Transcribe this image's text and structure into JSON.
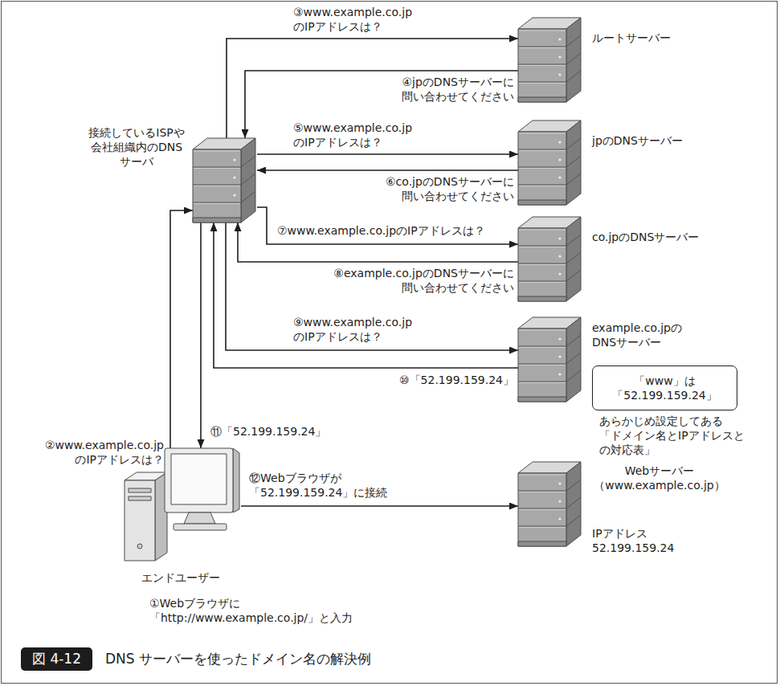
{
  "diagram": {
    "caption": "DNS サーバーを使ったドメイン名の解決例",
    "nodes": [
      {
        "text": [
          "接続しているISPや 会社組織内のDNS サーバ"
        ]
      },
      {
        "text": [
          "ルートサーバー"
        ]
      },
      {
        "text": [
          "jpのDNSサーバー"
        ]
      },
      {
        "text": [
          "co.jpのDNSサーバー"
        ]
      },
      {
        "text": [
          "example.co.jpの DNSサーバー"
        ]
      },
      {
        "text": [
          "「www」は 「52.199.159.24」",
          "あらかじめ設定してある 「ドメイン名とIPアドレスと の対応表」"
        ]
      },
      {
        "text": [
          "エンドユーザー"
        ]
      },
      {
        "text": [
          "Webサーバー （www.example.co.jp）",
          "IPアドレス 52.199.159.24"
        ]
      }
    ],
    "edges": [
      {
        "from": 6,
        "to": 0,
        "arrow": "to",
        "label": "②www.example.co.jp のIPアドレスは？"
      },
      {
        "from": 0,
        "to": 1,
        "arrow": "to",
        "label": "③www.example.co.jp のIPアドレスは？"
      },
      {
        "from": 1,
        "to": 0,
        "arrow": "to",
        "label": "④jpのDNSサーバーに 問い合わせてください"
      },
      {
        "from": 0,
        "to": 2,
        "arrow": "to",
        "label": "⑤www.example.co.jp のIPアドレスは？"
      },
      {
        "from": 2,
        "to": 0,
        "arrow": "to",
        "label": "⑥co.jpのDNSサーバーに 問い合わせてください"
      },
      {
        "from": 0,
        "to": 3,
        "arrow": "to",
        "label": "⑦www.example.co.jpのIPアドレスは？"
      },
      {
        "from": 3,
        "to": 0,
        "arrow": "to",
        "label": "⑧example.co.jpのDNSサーバーに 問い合わせてください"
      },
      {
        "from": 0,
        "to": 4,
        "arrow": "to",
        "label": "⑨www.example.co.jp のIPアドレスは？"
      },
      {
        "from": 4,
        "to": 0,
        "arrow": "to",
        "label": "⑩「52.199.159.24」"
      },
      {
        "from": 0,
        "to": 6,
        "arrow": "to",
        "label": "⑪「52.199.159.24」"
      },
      {
        "from": 6,
        "to": 7,
        "arrow": "to",
        "label": "⑫Webブラウザが 「52.199.159.24」に接続"
      }
    ],
    "labels": [
      "図 4-12",
      "①Webブラウザに 「http://www.example.co.jp/」と入力"
    ]
  }
}
